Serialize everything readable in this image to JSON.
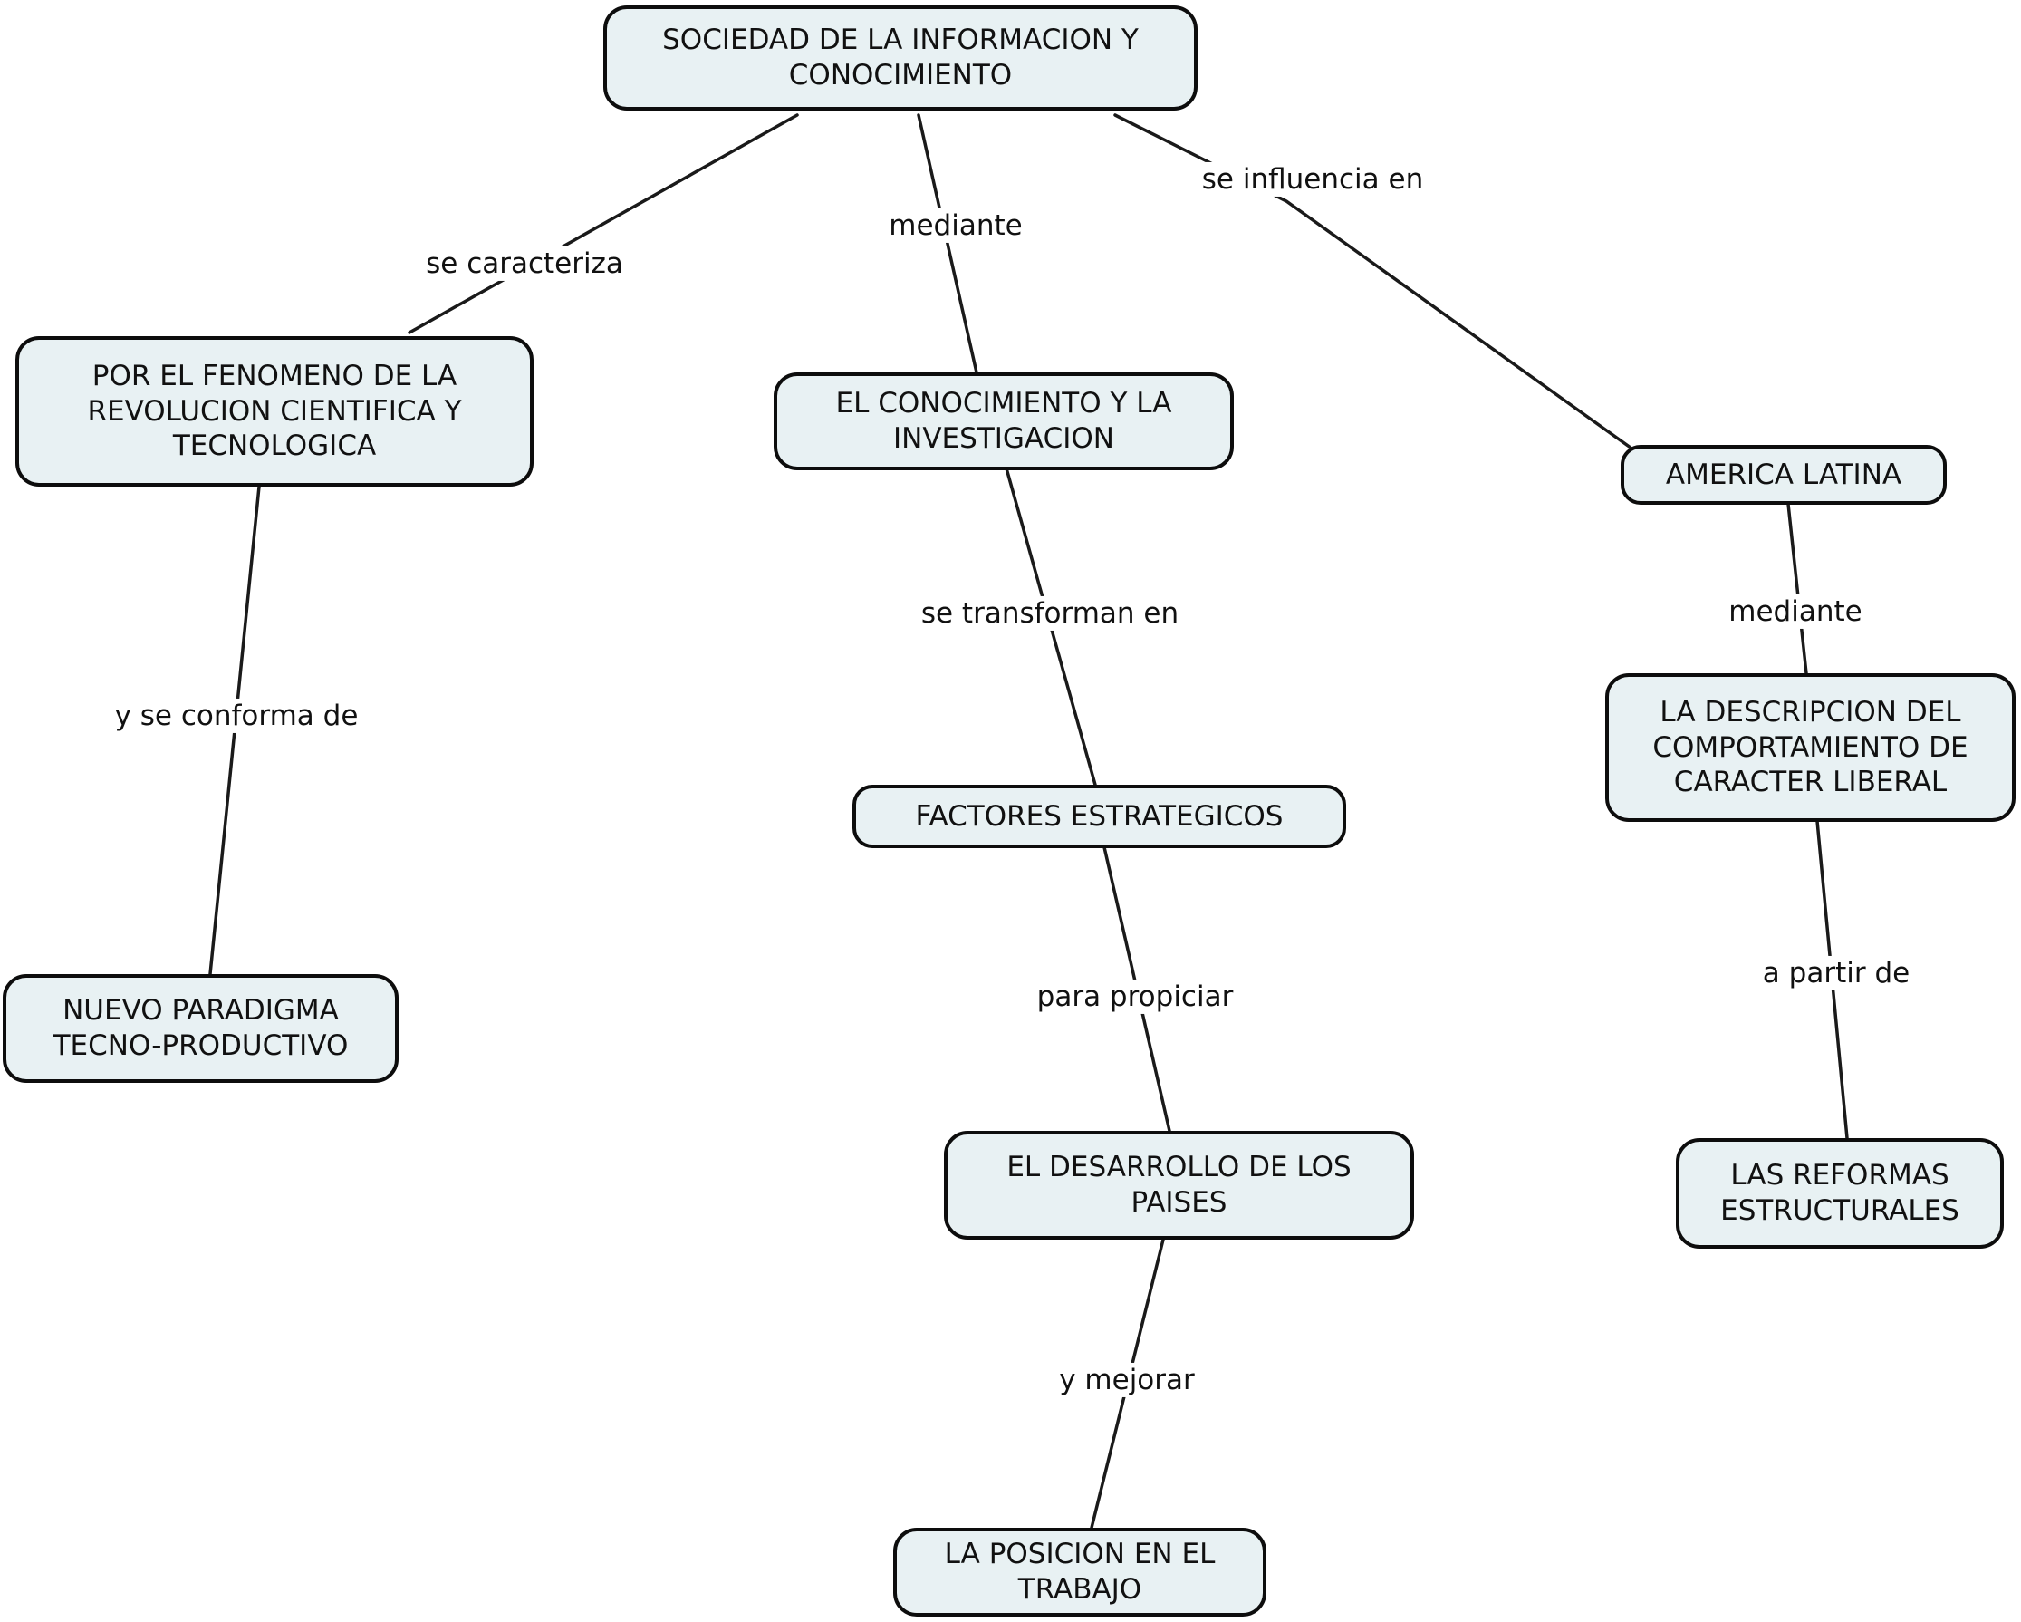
{
  "diagram": {
    "type": "concept-map",
    "background_color": "#ffffff",
    "node_fill_color": "#e8f1f3",
    "node_border_color": "#0d0d0d",
    "connector_color": "#1a1a1a",
    "text_color": "#111111"
  },
  "nodes": {
    "root": {
      "label": "SOCIEDAD DE LA INFORMACION Y CONOCIMIENTO"
    },
    "fenomeno": {
      "label": "POR EL FENOMENO DE LA REVOLUCION CIENTIFICA Y TECNOLOGICA"
    },
    "conocimiento": {
      "label": "EL CONOCIMIENTO Y LA INVESTIGACION"
    },
    "america": {
      "label": "AMERICA LATINA"
    },
    "paradigma": {
      "label": "NUEVO PARADIGMA TECNO-PRODUCTIVO"
    },
    "factores": {
      "label": "FACTORES ESTRATEGICOS"
    },
    "desarrollo": {
      "label": "EL DESARROLLO DE LOS PAISES"
    },
    "descripcion": {
      "label": "LA DESCRIPCION DEL COMPORTAMIENTO DE CARACTER LIBERAL"
    },
    "reformas": {
      "label": "LAS REFORMAS ESTRUCTURALES"
    },
    "posicion": {
      "label": "LA POSICION EN EL TRABAJO"
    }
  },
  "edges": [
    {
      "from": "root",
      "to": "fenomeno",
      "label": "se caracteriza"
    },
    {
      "from": "root",
      "to": "conocimiento",
      "label": "mediante"
    },
    {
      "from": "root",
      "to": "america",
      "label": "se influencia en"
    },
    {
      "from": "fenomeno",
      "to": "paradigma",
      "label": "y se conforma de"
    },
    {
      "from": "conocimiento",
      "to": "factores",
      "label": "se transforman en"
    },
    {
      "from": "factores",
      "to": "desarrollo",
      "label": "para propiciar"
    },
    {
      "from": "desarrollo",
      "to": "posicion",
      "label": "y mejorar"
    },
    {
      "from": "america",
      "to": "descripcion",
      "label": "mediante"
    },
    {
      "from": "descripcion",
      "to": "reformas",
      "label": "a partir de"
    }
  ]
}
